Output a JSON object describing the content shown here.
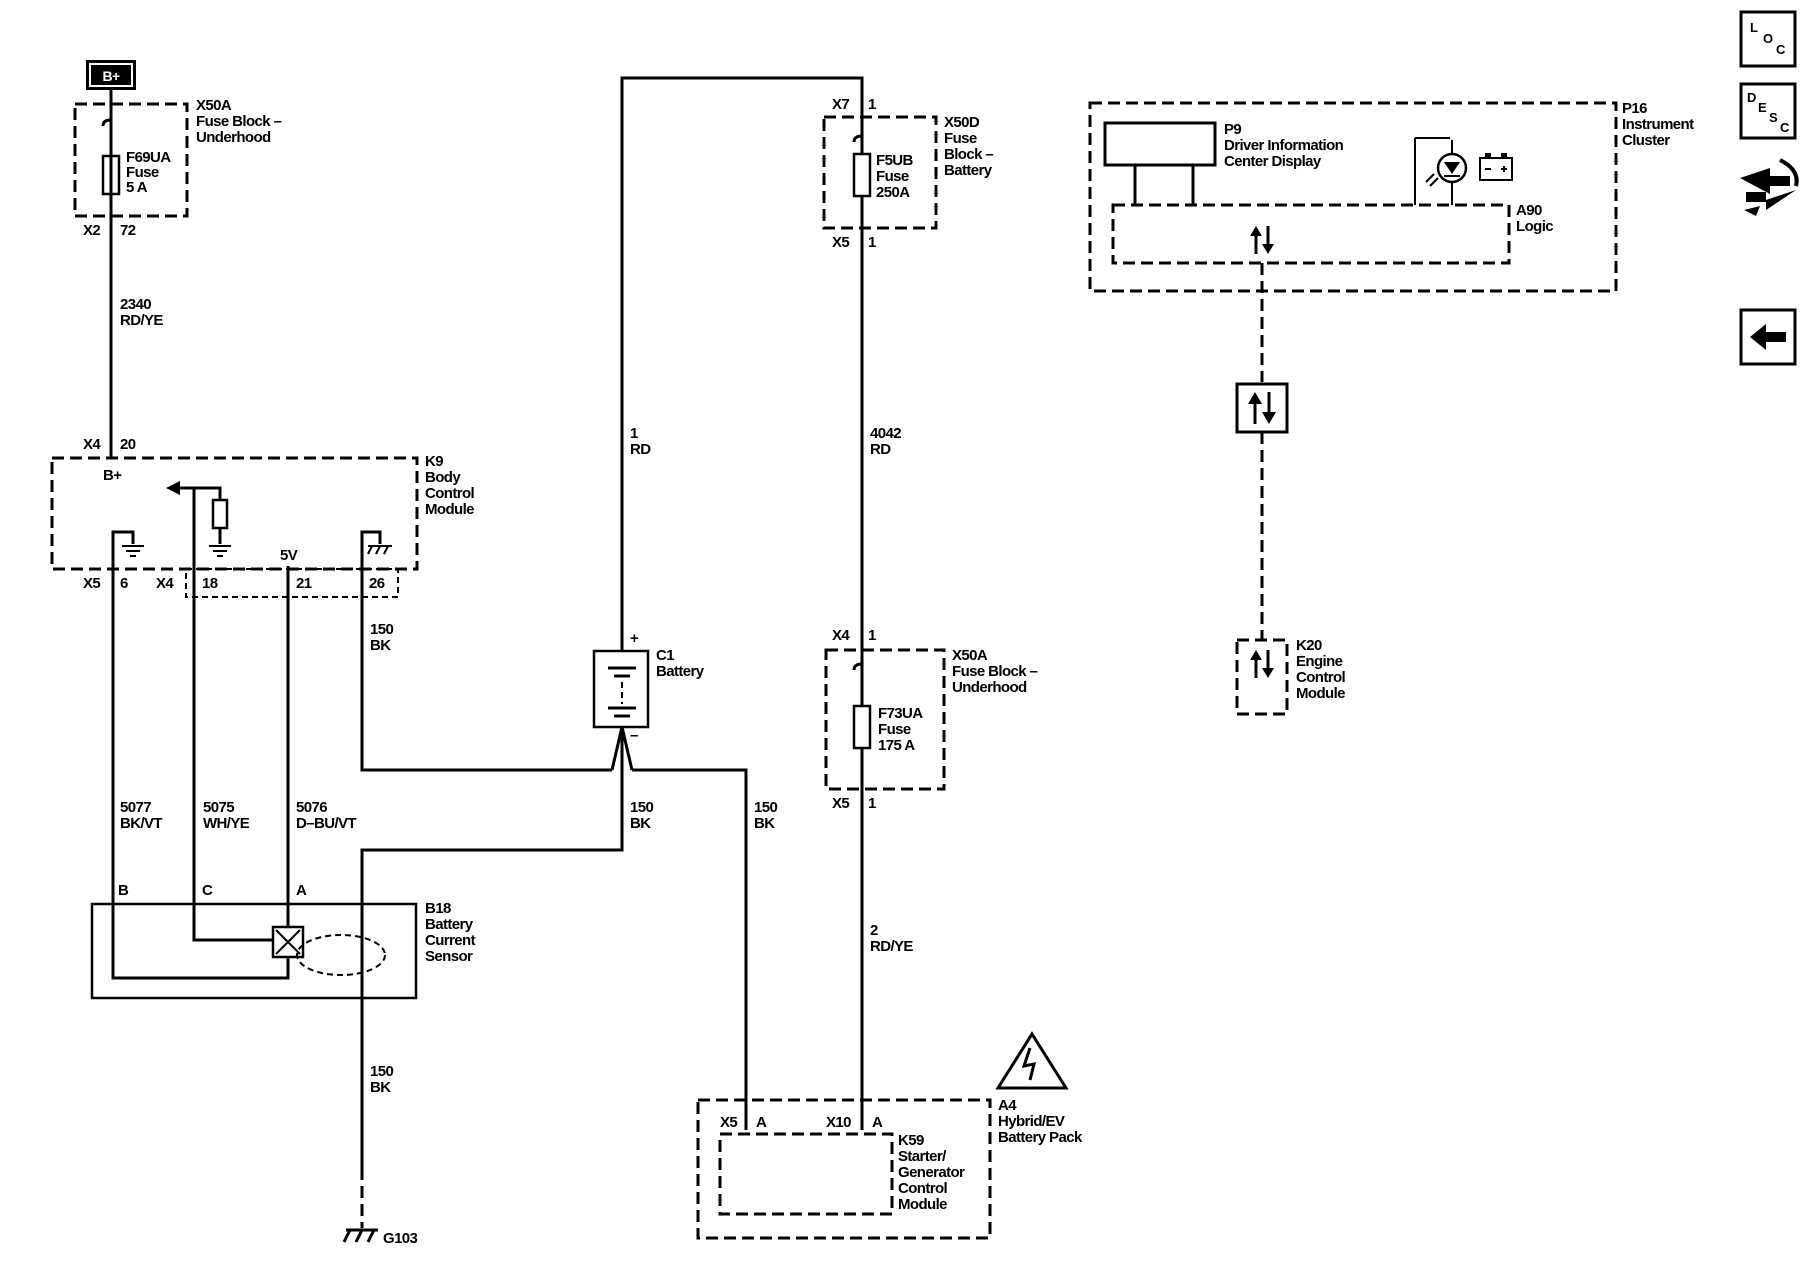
{
  "power_label": "B+",
  "x50a_top": {
    "name": "X50A",
    "desc": [
      "Fuse Block –",
      "Underhood"
    ],
    "fuse": [
      "F69UA",
      "Fuse",
      "5 A"
    ],
    "conn": "X2",
    "pin": "72"
  },
  "wire_2340": [
    "2340",
    "RD/YE"
  ],
  "k9": {
    "name": "K9",
    "desc": [
      "Body",
      "Control",
      "Module"
    ],
    "in_conn": "X4",
    "in_pin": "20",
    "bplus": "B+",
    "fivev": "5V",
    "x5": "X5",
    "x5_pin": "6",
    "x4": "X4",
    "pin18": "18",
    "pin21": "21",
    "pin26": "26"
  },
  "wire_150_k9": [
    "150",
    "BK"
  ],
  "wire_5077": [
    "5077",
    "BK/VT"
  ],
  "wire_5075": [
    "5075",
    "WH/YE"
  ],
  "wire_5076": [
    "5076",
    "D–BU/VT"
  ],
  "b18": {
    "name": "B18",
    "desc": [
      "Battery",
      "Current",
      "Sensor"
    ],
    "pin_b": "B",
    "pin_c": "C",
    "pin_a": "A"
  },
  "wire_150_ground": [
    "150",
    "BK"
  ],
  "ground": "G103",
  "c1": {
    "name": "C1",
    "desc": "Battery",
    "plus": "+",
    "minus": "–"
  },
  "wire_1_rd": [
    "1",
    "RD"
  ],
  "wire_150_c1": [
    "150",
    "BK"
  ],
  "wire_150_k59": [
    "150",
    "BK"
  ],
  "x50d": {
    "name": "X50D",
    "desc": [
      "Fuse",
      "Block –",
      "Battery"
    ],
    "fuse": [
      "F5UB",
      "Fuse",
      "250A"
    ],
    "top_conn": "X7",
    "top_pin": "1",
    "bot_conn": "X5",
    "bot_pin": "1"
  },
  "wire_4042": [
    "4042",
    "RD"
  ],
  "x50a_mid": {
    "name": "X50A",
    "desc": [
      "Fuse Block –",
      "Underhood"
    ],
    "fuse": [
      "F73UA",
      "Fuse",
      "175 A"
    ],
    "top_conn": "X4",
    "top_pin": "1",
    "bot_conn": "X5",
    "bot_pin": "1"
  },
  "wire_2_rdye": [
    "2",
    "RD/YE"
  ],
  "a4": {
    "name": "A4",
    "desc": [
      "Hybrid/EV",
      "Battery Pack"
    ],
    "x5": "X5",
    "x5_pin": "A",
    "x10": "X10",
    "x10_pin": "A"
  },
  "k59": {
    "name": "K59",
    "desc": [
      "Starter/",
      "Generator",
      "Control",
      "Module"
    ]
  },
  "p16": {
    "name": "P16",
    "desc": [
      "Instrument",
      "Cluster"
    ],
    "p9_name": "P9",
    "p9_desc": [
      "Driver Information",
      "Center Display"
    ],
    "a90_name": "A90",
    "a90_desc": "Logic"
  },
  "k20": {
    "name": "K20",
    "desc": [
      "Engine",
      "Control",
      "Module"
    ]
  },
  "nav": {
    "loc": [
      "L",
      "O",
      "C"
    ],
    "desc": [
      "D",
      "E",
      "S",
      "C"
    ]
  },
  "icons": [
    "power-source-icon",
    "fuse-icon",
    "battery-icon",
    "ground-icon",
    "hybrid-warning-icon",
    "serial-data-icon",
    "battery-indicator-icon",
    "loc-icon",
    "desc-icon",
    "connector-view-icon",
    "back-arrow-icon"
  ]
}
